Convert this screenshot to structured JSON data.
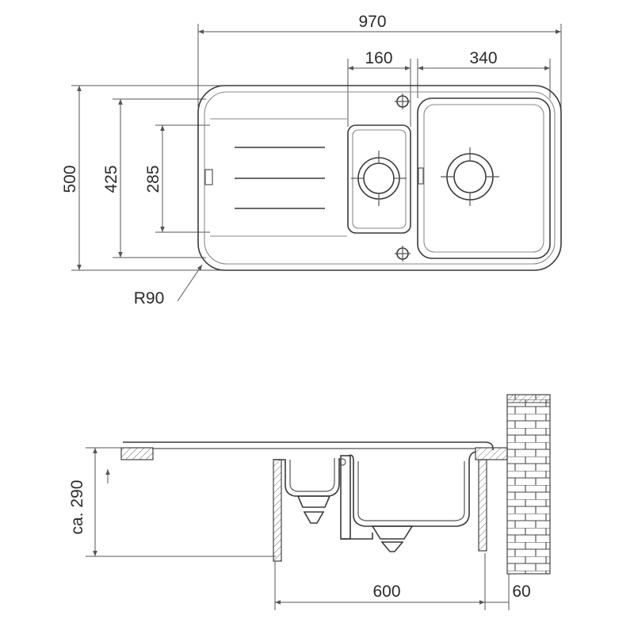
{
  "drawing": {
    "top_view": {
      "overall_width": "970",
      "small_bowl_width": "160",
      "large_bowl_width": "340",
      "overall_depth": "500",
      "inner_depth": "425",
      "drainer_depth": "285",
      "corner_radius": "R90"
    },
    "side_view": {
      "height": "ca. 290",
      "cabinet_width": "600",
      "wall_gap": "60"
    }
  },
  "colors": {
    "line": "#3a3a3a",
    "dimension": "#555555",
    "background": "#ffffff"
  }
}
